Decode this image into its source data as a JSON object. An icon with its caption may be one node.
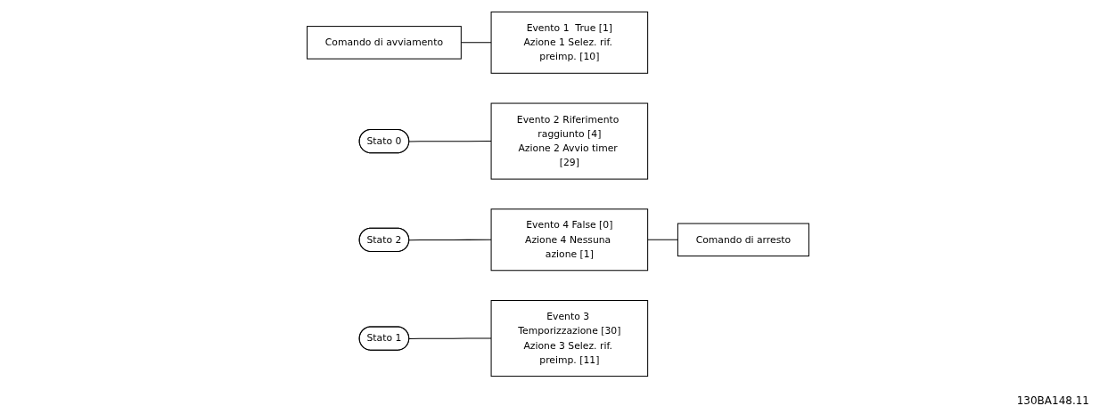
{
  "diagram": {
    "nodes": [
      {
        "text": [
          "Comando di avviamento"
        ]
      },
      {
        "text": [
          "Evento 1  True [1]",
          "Azione 1 Selez. rif. preimp. [10]"
        ]
      },
      {
        "text": [
          "Stato 0"
        ]
      },
      {
        "text": [
          "Comando di arresto"
        ]
      },
      {
        "text": [
          "Evento 2 Riferimento raggiunto [4]",
          "Azione 2 Avvio timer [29]"
        ]
      },
      {
        "text": [
          "Evento 4 False [0]",
          "Azione 4 Nessuna azione [1]"
        ]
      },
      {
        "text": [
          "Stato 1"
        ]
      },
      {
        "text": [
          "Stato 2"
        ]
      },
      {
        "text": [
          "Evento 3 Temporizzazione [30]",
          "Azione 3 Selez. rif. preimp. [11]"
        ]
      }
    ],
    "edges": [
      {
        "from": 0,
        "to": 1,
        "arrow": "none"
      },
      {
        "from": 2,
        "to": 4,
        "arrow": "none"
      },
      {
        "from": 6,
        "to": 8,
        "arrow": "none"
      },
      {
        "from": 7,
        "to": 5,
        "arrow": "none"
      },
      {
        "from": 5,
        "to": 3,
        "arrow": "none"
      }
    ],
    "labels": [
      "130BA148.11"
    ]
  }
}
